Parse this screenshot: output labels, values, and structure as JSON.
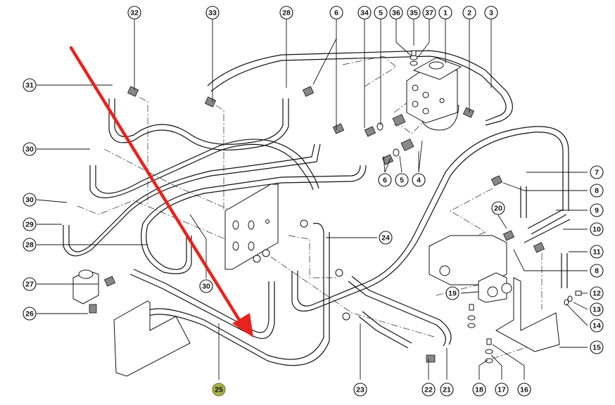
{
  "diagram": {
    "type": "exploded parts diagram - hydraulic steering hoses and fittings",
    "highlighted_callout": "25",
    "highlight_color": "#a9b24a",
    "arrow": {
      "color": "#e8231d",
      "points_to": "hose near callout 25"
    },
    "callouts": [
      {
        "id": "c32",
        "label": "32"
      },
      {
        "id": "c33",
        "label": "33"
      },
      {
        "id": "c28a",
        "label": "28"
      },
      {
        "id": "c6a",
        "label": "6"
      },
      {
        "id": "c34",
        "label": "34"
      },
      {
        "id": "c5a",
        "label": "5"
      },
      {
        "id": "c36",
        "label": "36"
      },
      {
        "id": "c35",
        "label": "35"
      },
      {
        "id": "c37",
        "label": "37"
      },
      {
        "id": "c1",
        "label": "1"
      },
      {
        "id": "c2",
        "label": "2"
      },
      {
        "id": "c3",
        "label": "3"
      },
      {
        "id": "c31",
        "label": "31"
      },
      {
        "id": "c30a",
        "label": "30"
      },
      {
        "id": "c30b",
        "label": "30"
      },
      {
        "id": "c29",
        "label": "29"
      },
      {
        "id": "c28b",
        "label": "28"
      },
      {
        "id": "c27",
        "label": "27"
      },
      {
        "id": "c26",
        "label": "26"
      },
      {
        "id": "c25",
        "label": "25"
      },
      {
        "id": "c30c",
        "label": "30"
      },
      {
        "id": "c6b",
        "label": "6"
      },
      {
        "id": "c5b",
        "label": "5"
      },
      {
        "id": "c4",
        "label": "4"
      },
      {
        "id": "c24",
        "label": "24"
      },
      {
        "id": "c23",
        "label": "23"
      },
      {
        "id": "c22",
        "label": "22"
      },
      {
        "id": "c21",
        "label": "21"
      },
      {
        "id": "c7",
        "label": "7"
      },
      {
        "id": "c8a",
        "label": "8"
      },
      {
        "id": "c9",
        "label": "9"
      },
      {
        "id": "c10",
        "label": "10"
      },
      {
        "id": "c20",
        "label": "20"
      },
      {
        "id": "c11",
        "label": "11"
      },
      {
        "id": "c8b",
        "label": "8"
      },
      {
        "id": "c19",
        "label": "19"
      },
      {
        "id": "c12",
        "label": "12"
      },
      {
        "id": "c13",
        "label": "13"
      },
      {
        "id": "c14",
        "label": "14"
      },
      {
        "id": "c15",
        "label": "15"
      },
      {
        "id": "c16",
        "label": "16"
      },
      {
        "id": "c17",
        "label": "17"
      },
      {
        "id": "c18",
        "label": "18"
      }
    ]
  }
}
